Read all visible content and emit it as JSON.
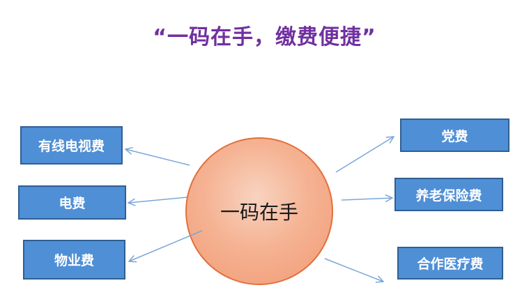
{
  "title": "“一码在手，缴费便捷”",
  "hub": {
    "label": "一码在手"
  },
  "left_items": {
    "tv": "有线电视费",
    "electric": "电费",
    "property": "物业费"
  },
  "right_items": {
    "party": "党费",
    "pension": "养老保险费",
    "medical": "合作医疗费"
  },
  "colors": {
    "title": "#7030a0",
    "box_fill": "#4f8fd6",
    "box_border": "#2f5f93",
    "hub_fill": "#f5b393",
    "hub_border": "#e36f3c",
    "arrow": "#7ba6d9"
  }
}
